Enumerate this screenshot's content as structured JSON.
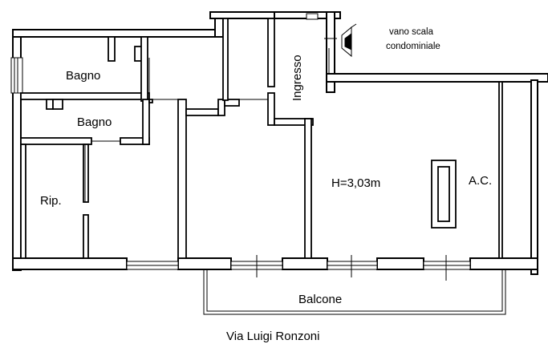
{
  "rooms": {
    "bathroom_1": "Bagno",
    "bathroom_2": "Bagno",
    "storage": "Rip.",
    "entrance": "Ingresso",
    "living_height": "H=3,03m",
    "air_conditioning": "A.C.",
    "balcony": "Balcone"
  },
  "stairwell": {
    "line1": "vano scala",
    "line2": "condominiale"
  },
  "street": "Via Luigi Ronzoni",
  "colors": {
    "wall_fill": "#ffffff",
    "wall_stroke": "#000000",
    "background": "#ffffff"
  }
}
